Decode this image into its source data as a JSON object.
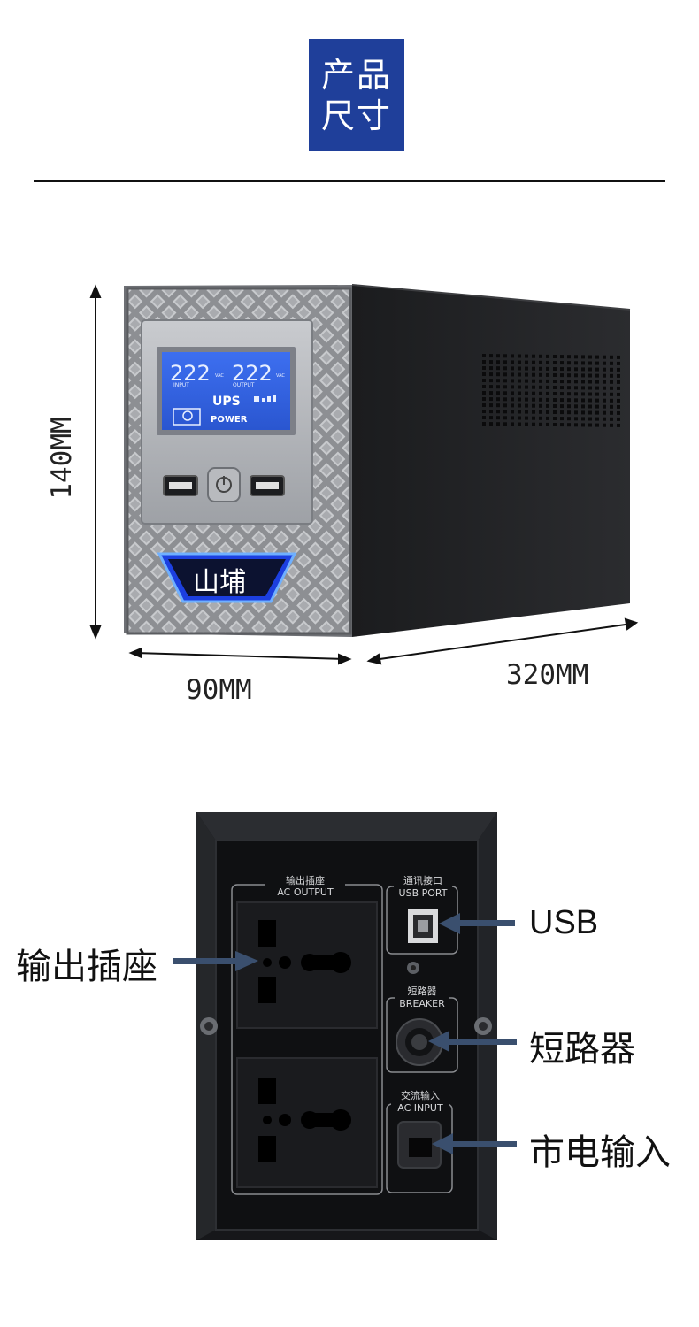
{
  "header": {
    "title_line1": "产品",
    "title_line2": "尺寸"
  },
  "dimensions": {
    "height": "140MM",
    "width": "90MM",
    "depth": "320MM"
  },
  "front_panel": {
    "input_reading": "222",
    "output_reading": "222",
    "input_label": "INPUT",
    "output_label": "OUTPUT",
    "unit_label": "VAC",
    "ups_label": "UPS",
    "power_label": "POWER",
    "brand_logo": "山埔"
  },
  "rear_panel": {
    "ac_output_cn": "输出插座",
    "ac_output_en": "AC OUTPUT",
    "usb_cn": "通讯接口",
    "usb_en": "USB PORT",
    "breaker_cn": "短路器",
    "breaker_en": "BREAKER",
    "ac_input_cn": "交流输入",
    "ac_input_en": "AC INPUT"
  },
  "callouts": {
    "outlet": "输出插座",
    "usb": "USB",
    "breaker": "短路器",
    "mains": "市电输入"
  },
  "colors": {
    "title_bg": "#1f3f9a",
    "lcd": "#2f5fe0",
    "arrow": "#3a4f6e"
  }
}
